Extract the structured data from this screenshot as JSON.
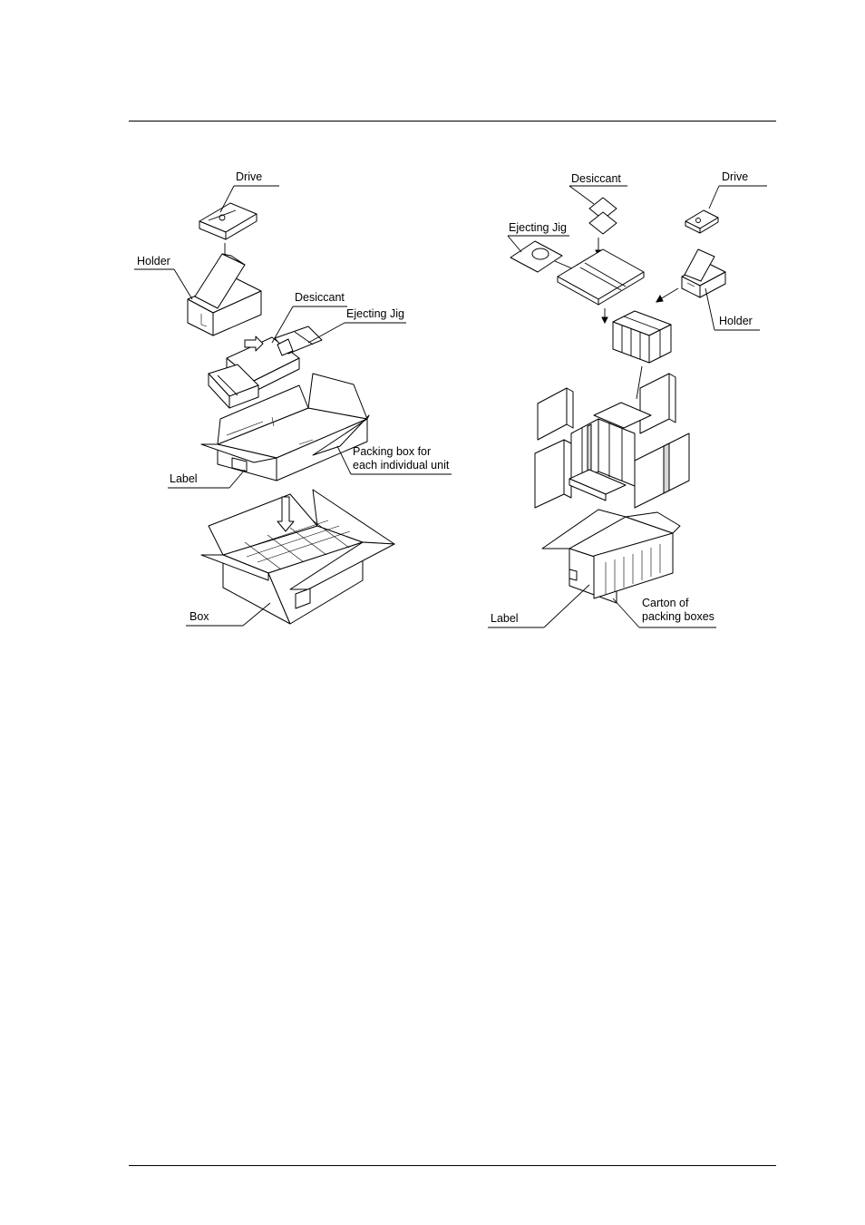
{
  "left_diagram": {
    "labels": {
      "drive": "Drive",
      "holder": "Holder",
      "desiccant": "Desiccant",
      "ejecting_jig": "Ejecting Jig",
      "packing_box_line1": "Packing box for",
      "packing_box_line2": "each individual unit",
      "label": "Label",
      "box": "Box"
    }
  },
  "right_diagram": {
    "labels": {
      "desiccant": "Desiccant",
      "drive": "Drive",
      "ejecting_jig": "Ejecting Jig",
      "holder": "Holder",
      "label": "Label",
      "carton_line1": "Carton of",
      "carton_line2": "packing boxes"
    }
  }
}
